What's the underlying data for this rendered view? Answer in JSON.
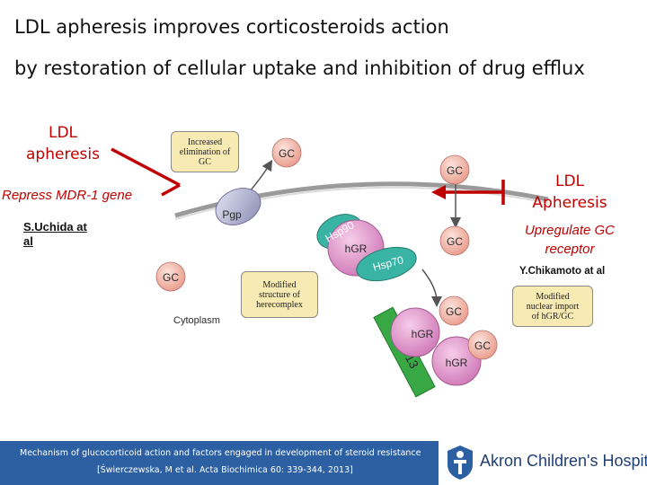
{
  "title": {
    "line1": "LDL apheresis improves corticosteroids action",
    "line2": "by restoration of cellular uptake and inhibition of drug efflux"
  },
  "left": {
    "ldl_apheresis": [
      "LDL",
      "apheresis"
    ],
    "repress": "Repress MDR-1 gene",
    "citation": [
      "S.Uchida at",
      "al"
    ]
  },
  "right": {
    "ldl_apheresis": [
      "LDL",
      "Apheresis"
    ],
    "upregulate": [
      "Upregulate GC",
      "receptor"
    ],
    "citation": "Y.Chikamoto at al"
  },
  "diagram": {
    "box_elimination": [
      "Increased",
      "elimination of",
      "GC"
    ],
    "box_structure": [
      "Modified",
      "structure of",
      "herecomplex"
    ],
    "box_nuclear": [
      "Modified",
      "nuclear import",
      "of hGR/GC"
    ],
    "gc": "GC",
    "pgp": "Pgp",
    "hgr": "hGR",
    "hsp90": "Hsp90",
    "hsp70": "Hsp70",
    "ipo13": "IPO13",
    "cytoplasm": "Cytoplasm"
  },
  "footer": {
    "caption": "Mechanism of glucocorticoid action and factors engaged in development of steroid resistance",
    "reference": "[Świerczewska, M et al. Acta Biochimica 60: 339-344, 2013]",
    "hospital": "Akron Children's Hospital"
  },
  "colors": {
    "accent_red": "#c00000",
    "gc_fill": "#f2b9ac",
    "hgr_fill": "#e6a2d0",
    "hsp_fill": "#39b3a3",
    "ipo_fill": "#37a844",
    "box_fill": "#f7eab2",
    "footer_bar": "#2c60a3"
  }
}
